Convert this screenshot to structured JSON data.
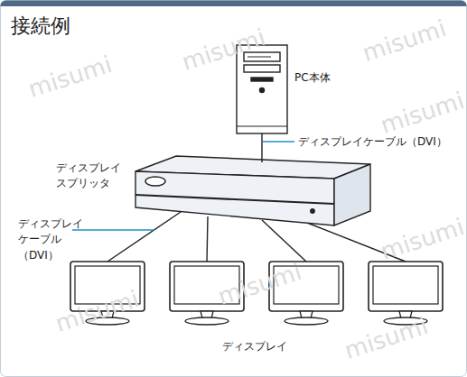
{
  "diagram": {
    "title": "接続例",
    "nodes": [
      {
        "text": [
          "PC本体"
        ]
      },
      {
        "text": [
          "ディスプレイ スプリッタ"
        ]
      }
    ],
    "edges": [
      {
        "from": 0,
        "to": 1,
        "arrow": "none",
        "label": "ディスプレイケーブル（DVI）"
      }
    ],
    "labels": [
      "ディスプレイ ケーブル （DVI）",
      "ディスプレイ",
      "misumi",
      "misumi",
      "misumi",
      "misumi",
      "misumi",
      "misumi",
      "misumi",
      "misumi"
    ]
  }
}
